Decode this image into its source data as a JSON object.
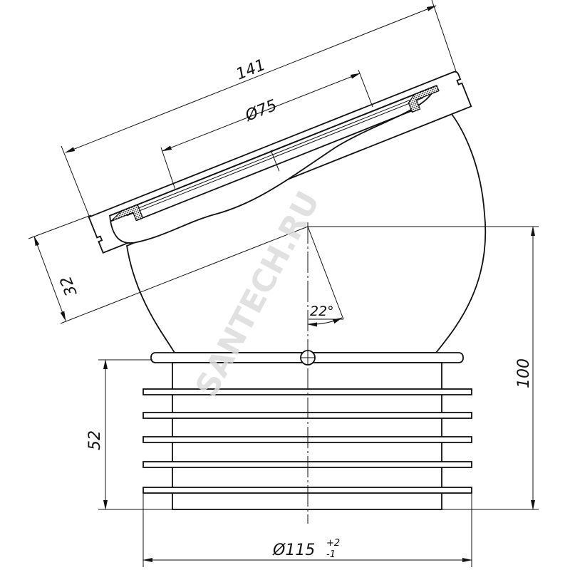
{
  "drawing": {
    "title": "Toilet connector 22° technical drawing",
    "dimensions": {
      "length": "141",
      "inner_diameter": "Ø75",
      "flange_thickness": "32",
      "angle": "22°",
      "total_height": "100",
      "socket_height": "52",
      "outer_diameter": "Ø115",
      "tolerance_upper": "+2",
      "tolerance_lower": "-1"
    },
    "watermark": "SANTECH.RU",
    "colors": {
      "line": "#111111",
      "watermark": "#e6e6e6"
    }
  }
}
